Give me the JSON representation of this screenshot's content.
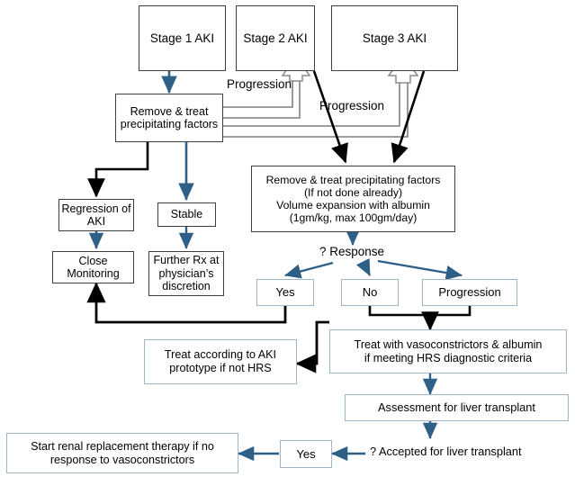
{
  "diagram": {
    "title": "AKI / HRS management flowchart",
    "colors": {
      "blue_arrow": "#2e5f86",
      "black_arrow": "#000000",
      "grey_arrow": "#7f7f7f",
      "box_border_dark": "#3f3f3f",
      "box_border_blue": "#9fb6cd",
      "background": "#ffffff",
      "text": "#000000"
    },
    "nodes": {
      "stage1": "Stage 1 AKI",
      "stage2": "Stage 2 AKI",
      "stage3": "Stage 3 AKI",
      "remove_treat": "Remove & treat precipitating factors",
      "remove_treat_full": "Remove & treat precipitating factors\n(If not done already)\nVolume expansion with albumin\n(1gm/kg, max 100gm/day)",
      "remove_treat_l1": "Remove & treat precipitating factors",
      "remove_treat_l2": "(If not done already)",
      "remove_treat_l3": "Volume expansion with albumin",
      "remove_treat_l4": "(1gm/kg, max 100gm/day)",
      "regression": "Regression of AKI",
      "close_monitoring": "Close Monitoring",
      "stable": "Stable",
      "further_rx": "Further Rx at physician’s discretion",
      "response_question": "? Response",
      "yes": "Yes",
      "no": "No",
      "progression_box": "Progression",
      "treat_vaso": "Treat with vasoconstrictors & albumin if meeting HRS diagnostic criteria",
      "treat_vaso_l1": "Treat with vasoconstrictors & albumin",
      "treat_vaso_l2": "if meeting HRS diagnostic criteria",
      "treat_aki_prototype": "Treat according to AKI prototype if not HRS",
      "treat_aki_prototype_l1": "Treat according to AKI",
      "treat_aki_prototype_l2": "prototype if not HRS",
      "assessment": "Assessment for liver transplant",
      "accepted_question": "? Accepted for liver transplant",
      "yes_transplant": "Yes",
      "rrt": "Start renal replacement therapy if no response to vasoconstrictors",
      "rrt_l1": "Start renal replacement therapy if no",
      "rrt_l2": "response to vasoconstrictors"
    },
    "edge_labels": {
      "progression_1": "Progression",
      "progression_2": "Progression"
    }
  }
}
